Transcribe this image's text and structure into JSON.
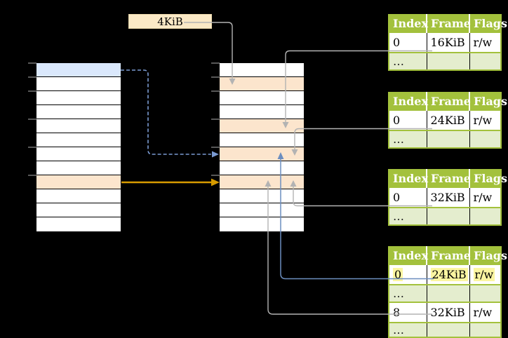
{
  "size_label": {
    "text": "4KiB"
  },
  "table_header": {
    "index": "Index",
    "frame": "Frame",
    "flags": "Flags"
  },
  "tables": [
    {
      "name": "page-table-1",
      "rows": [
        {
          "index": "0",
          "frame": "16KiB",
          "flags": "r/w"
        },
        {
          "type": "ellipsis",
          "index": "…",
          "frame": "",
          "flags": ""
        }
      ]
    },
    {
      "name": "page-table-2",
      "rows": [
        {
          "index": "0",
          "frame": "24KiB",
          "flags": "r/w"
        },
        {
          "type": "ellipsis",
          "index": "…",
          "frame": "",
          "flags": ""
        }
      ]
    },
    {
      "name": "page-table-3",
      "rows": [
        {
          "index": "0",
          "frame": "32KiB",
          "flags": "r/w"
        },
        {
          "type": "ellipsis",
          "index": "…",
          "frame": "",
          "flags": ""
        }
      ]
    },
    {
      "name": "page-table-4",
      "rows": [
        {
          "index": "0",
          "frame": "24KiB",
          "flags": "r/w",
          "highlight": true
        },
        {
          "type": "ellipsis",
          "index": "…",
          "frame": "",
          "flags": ""
        },
        {
          "index": "8",
          "frame": "32KiB",
          "flags": "r/w"
        },
        {
          "type": "ellipsis",
          "index": "…",
          "frame": "",
          "flags": ""
        }
      ]
    }
  ],
  "memory": {
    "columns": [
      {
        "name": "left-memory-column",
        "rows": [
          "blue",
          "white",
          "white",
          "white",
          "white",
          "white",
          "white",
          "white",
          "orange",
          "white",
          "white",
          "white"
        ]
      },
      {
        "name": "middle-memory-column",
        "rows": [
          "white",
          "orange",
          "white",
          "white",
          "orange",
          "white",
          "orange",
          "white",
          "orange",
          "white",
          "white",
          "white"
        ]
      }
    ]
  },
  "colors": {
    "table_header_green": "#a3c13c",
    "table_alt_row_green": "#e4edce",
    "page_blue": "#dae8fc",
    "frame_orange": "#fce5cd",
    "size_label_cream": "#fbe9c6",
    "highlight_yellow": "#fbf5a1",
    "arrow_gray": "#b3b3b3",
    "arrow_blue_solid": "#6c8ebf",
    "arrow_blue_dashed": "#7b9bd2",
    "arrow_orange": "#d79b00",
    "tick_gray": "#8c8c8c"
  }
}
